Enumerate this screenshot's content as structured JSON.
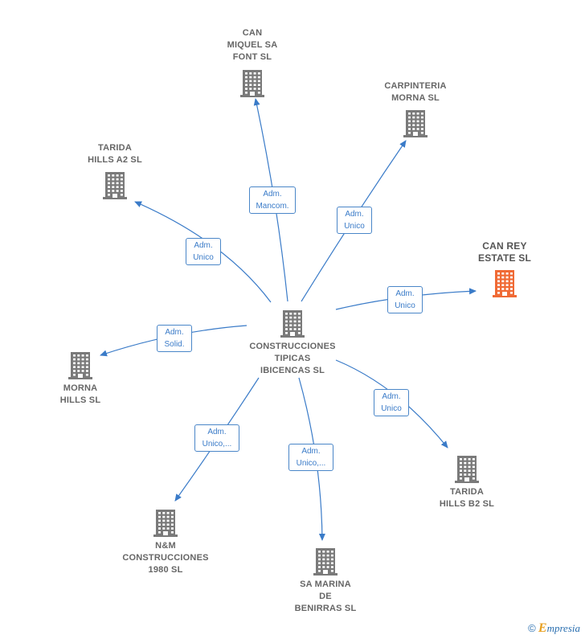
{
  "colors": {
    "edge": "#3a7bc8",
    "building": "#7a7a7a",
    "building_highlight": "#f06a35"
  },
  "icons": {
    "building": "building-icon"
  },
  "nodes": {
    "center": {
      "label": "CONSTRUCCIONES\nTIPICAS\nIBICENCAS SL"
    },
    "can_miquel": {
      "label": "CAN\nMIQUEL SA\nFONT  SL"
    },
    "carpinteria": {
      "label": "CARPINTERIA\nMORNA  SL"
    },
    "tarida_a2": {
      "label": "TARIDA\nHILLS A2  SL"
    },
    "can_rey": {
      "label": "CAN REY\nESTATE  SL"
    },
    "morna_hills": {
      "label": "MORNA\nHILLS  SL"
    },
    "tarida_b2": {
      "label": "TARIDA\nHILLS B2  SL"
    },
    "nm": {
      "label": "N&M\nCONSTRUCCIONES\n1980  SL"
    },
    "sa_marina": {
      "label": "SA MARINA\nDE\nBENIRRAS  SL"
    }
  },
  "edges": {
    "can_miquel": "Adm.\nMancom.",
    "carpinteria": "Adm.\nUnico",
    "tarida_a2": "Adm.\nUnico",
    "can_rey": "Adm.\nUnico",
    "morna_hills": "Adm.\nSolid.",
    "tarida_b2": "Adm.\nUnico",
    "nm": "Adm.\nUnico,...",
    "sa_marina": "Adm.\nUnico,..."
  },
  "footer": {
    "copyright": "©",
    "brand_initial": "E",
    "brand_rest": "mpresia"
  }
}
